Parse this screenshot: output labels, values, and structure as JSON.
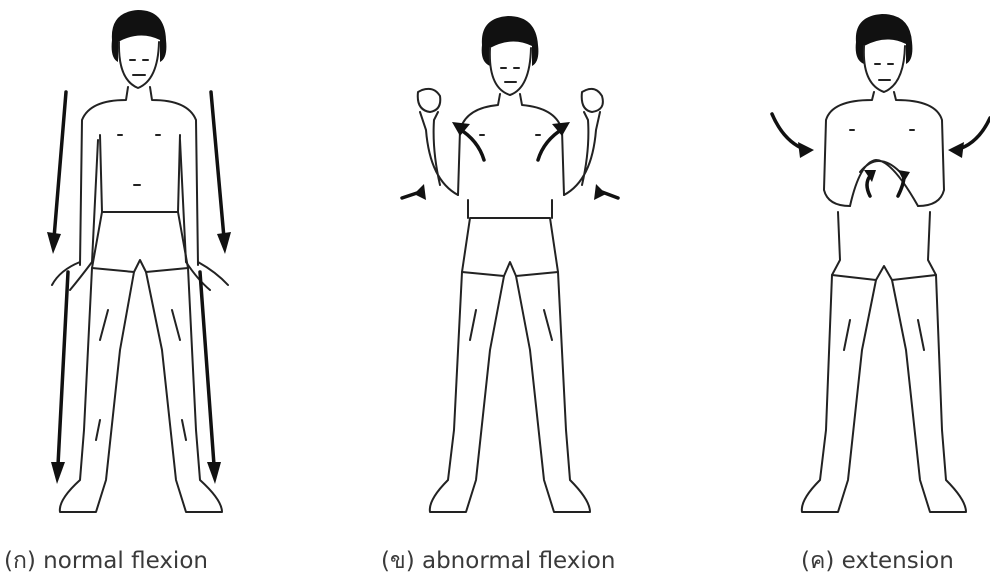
{
  "panels": [
    {
      "caption": "(ก) normal flexion"
    },
    {
      "caption": "(ข) abnormal flexion"
    },
    {
      "caption": "(ค) extension"
    }
  ]
}
